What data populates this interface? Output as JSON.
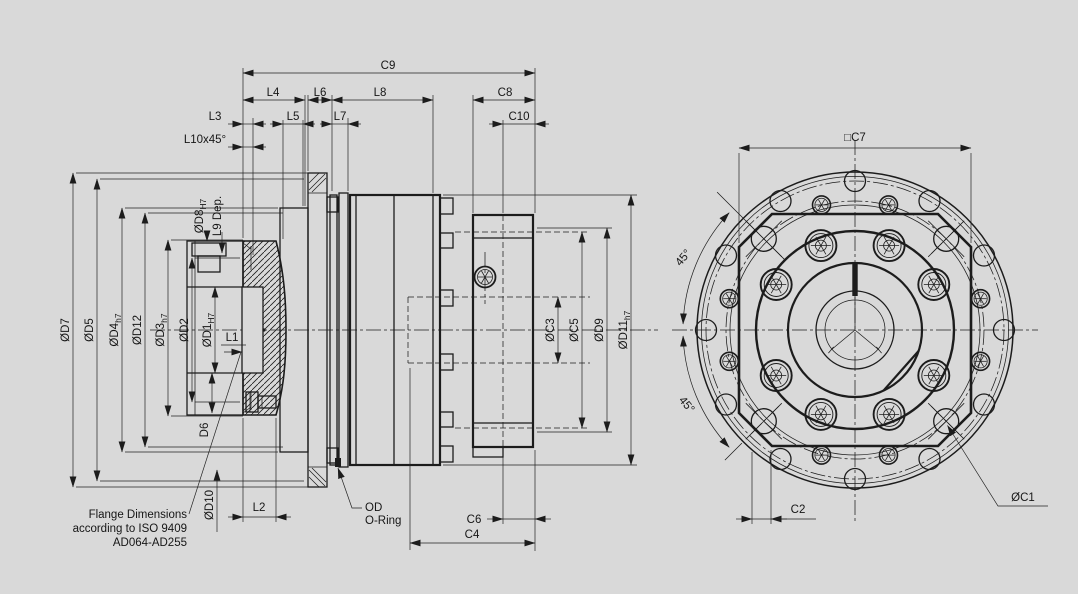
{
  "drawing": {
    "background": "#d9d9d9",
    "line_color": "#1c1c1c",
    "note": {
      "line1": "Flange Dimensions",
      "line2": "according to ISO 9409",
      "line3": "AD064-AD255"
    },
    "oring": {
      "line1": "OD",
      "line2": "O-Ring"
    },
    "side": {
      "c9": "C9",
      "l4": "L4",
      "l6": "L6",
      "l8": "L8",
      "c8": "C8",
      "l3": "L3",
      "l5": "L5",
      "l7": "L7",
      "c10": "C10",
      "l10": "L10x45°",
      "d7": "ØD7",
      "d5": "ØD5",
      "d4": "ØD4",
      "d4s": "h7",
      "d12": "ØD12",
      "d3": "ØD3",
      "d3s": "h7",
      "d2": "ØD2",
      "d1": "ØD1",
      "d1s": "H7",
      "d8": "ØD8",
      "d8s": "H7",
      "l9": "L9 Dep.",
      "l1": "L1",
      "d6": "D6",
      "d10": "ØD10",
      "l2": "L2",
      "c3": "ØC3",
      "c5": "ØC5",
      "d9": "ØD9",
      "d11": "ØD11",
      "d11s": "h7",
      "c6": "C6",
      "c4": "C4"
    },
    "front": {
      "c7": "□C7",
      "c2": "C2",
      "c1": "ØC1",
      "a1": "45°",
      "a2": "45°"
    }
  }
}
